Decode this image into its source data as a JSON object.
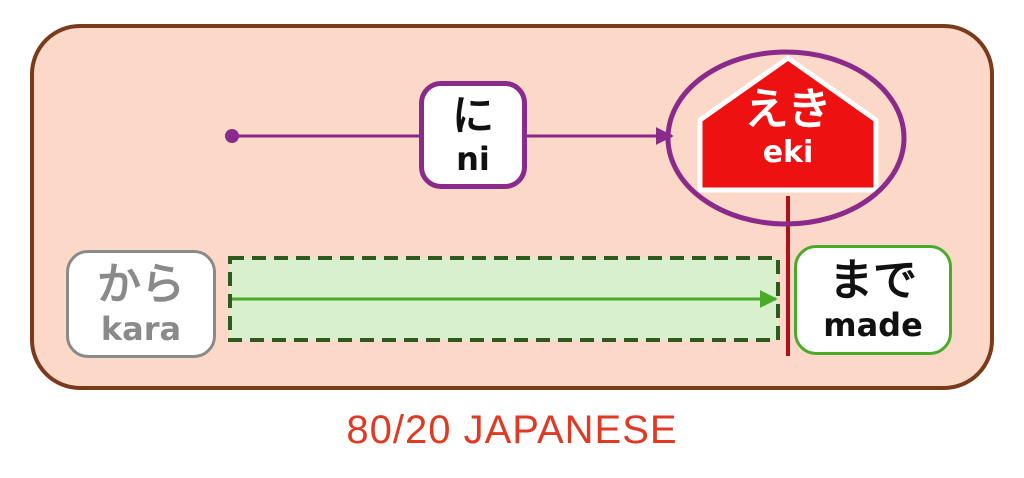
{
  "particles": {
    "ni": {
      "kana": "に",
      "romaji": "ni"
    },
    "kara": {
      "kana": "から",
      "romaji": "kara"
    },
    "made": {
      "kana": "まで",
      "romaji": "made"
    }
  },
  "station": {
    "kana": "えき",
    "romaji": "eki"
  },
  "footer": {
    "brand": "80/20 JAPANESE"
  },
  "colors": {
    "panel_bg": "#fbd8c7",
    "panel_border": "#7a3a1c",
    "ni_accent": "#8a2a8a",
    "kara_accent": "#8a8a8a",
    "made_accent": "#4aaa2a",
    "range_fill": "#d9f0cc",
    "range_border": "#2f5a1e",
    "station_red": "#ee1111",
    "pole_red": "#b0101a",
    "brand_red": "#e03a24"
  }
}
